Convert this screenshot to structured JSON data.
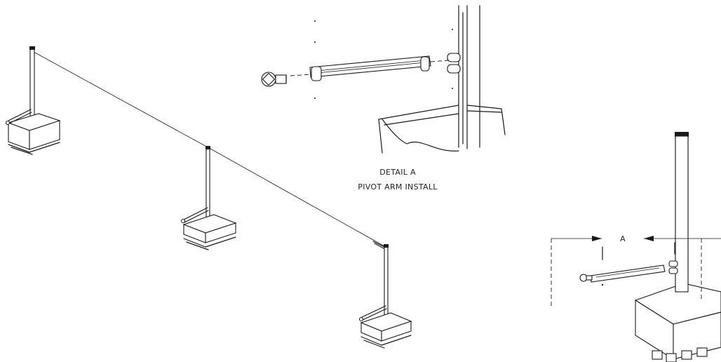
{
  "detail": {
    "title": "DETAIL  A",
    "subtitle": "PIVOT ARM INSTALL"
  },
  "dimension": {
    "label": "A"
  }
}
